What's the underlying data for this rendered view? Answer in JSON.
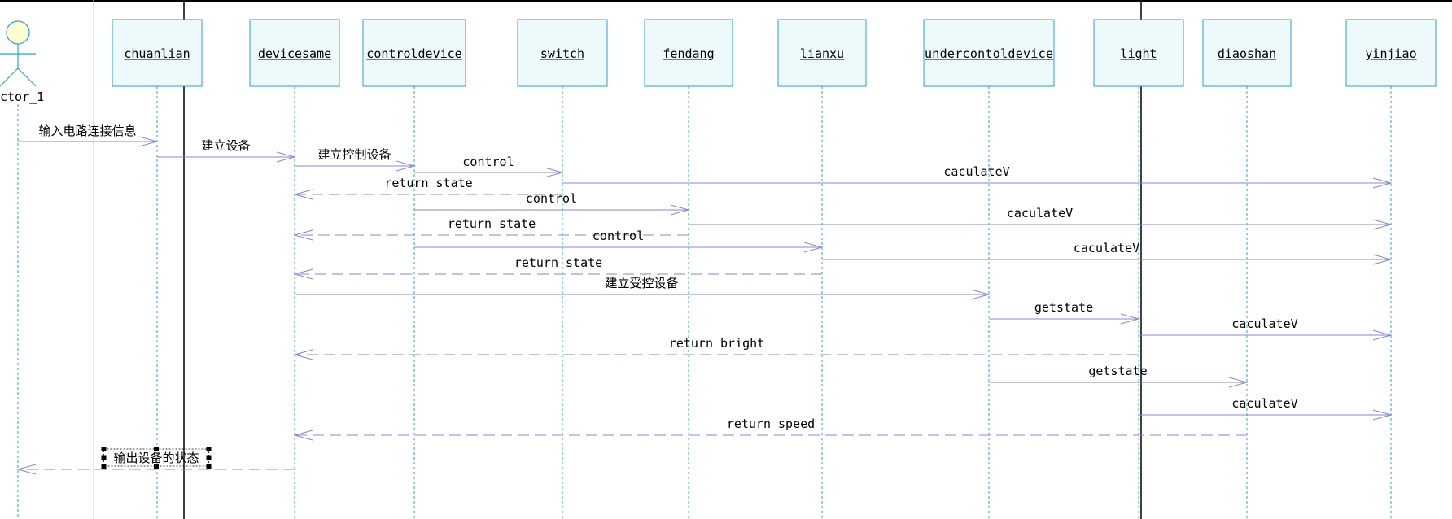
{
  "colors": {
    "box_fill": "#eef9fc",
    "box_stroke": "#2b9fd9",
    "lifeline": "#2b9fd9",
    "message": "#8787d1",
    "actor_fill": "#fffdd2",
    "actor_stroke": "#2b9fd9",
    "frame": "#000000"
  },
  "actor": {
    "label": "ctor_1"
  },
  "lifelines": [
    {
      "id": "chuanlian",
      "label": "chuanlian"
    },
    {
      "id": "devicesame",
      "label": "devicesame"
    },
    {
      "id": "controldevice",
      "label": "controldevice"
    },
    {
      "id": "switch",
      "label": "switch"
    },
    {
      "id": "fendang",
      "label": "fendang"
    },
    {
      "id": "lianxu",
      "label": "lianxu"
    },
    {
      "id": "undercontoldevice",
      "label": "undercontoldevice"
    },
    {
      "id": "light",
      "label": "light"
    },
    {
      "id": "diaoshan",
      "label": "diaoshan"
    },
    {
      "id": "yinjiao",
      "label": "yinjiao"
    }
  ],
  "messages": [
    {
      "from": "actor",
      "to": "chuanlian",
      "label": "输入电路连接信息",
      "kind": "call"
    },
    {
      "from": "chuanlian",
      "to": "devicesame",
      "label": "建立设备",
      "kind": "call"
    },
    {
      "from": "devicesame",
      "to": "controldevice",
      "label": "建立控制设备",
      "kind": "call"
    },
    {
      "from": "controldevice",
      "to": "switch",
      "label": "control",
      "kind": "call"
    },
    {
      "from": "switch",
      "to": "yinjiao",
      "label": "caculateV",
      "kind": "call"
    },
    {
      "from": "switch",
      "to": "devicesame",
      "label": "return state",
      "kind": "return"
    },
    {
      "from": "controldevice",
      "to": "fendang",
      "label": "control",
      "kind": "call"
    },
    {
      "from": "fendang",
      "to": "yinjiao",
      "label": "caculateV",
      "kind": "call"
    },
    {
      "from": "fendang",
      "to": "devicesame",
      "label": "return state",
      "kind": "return"
    },
    {
      "from": "controldevice",
      "to": "lianxu",
      "label": "control",
      "kind": "call"
    },
    {
      "from": "lianxu",
      "to": "yinjiao",
      "label": "caculateV",
      "kind": "call"
    },
    {
      "from": "lianxu",
      "to": "devicesame",
      "label": "return state",
      "kind": "return"
    },
    {
      "from": "devicesame",
      "to": "undercontoldevice",
      "label": "建立受控设备",
      "kind": "call"
    },
    {
      "from": "undercontoldevice",
      "to": "light",
      "label": "getstate",
      "kind": "call"
    },
    {
      "from": "light",
      "to": "yinjiao",
      "label": "caculateV",
      "kind": "call"
    },
    {
      "from": "light",
      "to": "devicesame",
      "label": "return bright",
      "kind": "return"
    },
    {
      "from": "undercontoldevice",
      "to": "diaoshan",
      "label": "getstate",
      "kind": "call"
    },
    {
      "from": "light",
      "to": "yinjiao",
      "label": "caculateV",
      "kind": "call"
    },
    {
      "from": "diaoshan",
      "to": "devicesame",
      "label": "return speed",
      "kind": "return"
    },
    {
      "from": "devicesame",
      "to": "actor",
      "label": "输出设备的状态",
      "kind": "return",
      "selected": true
    }
  ]
}
